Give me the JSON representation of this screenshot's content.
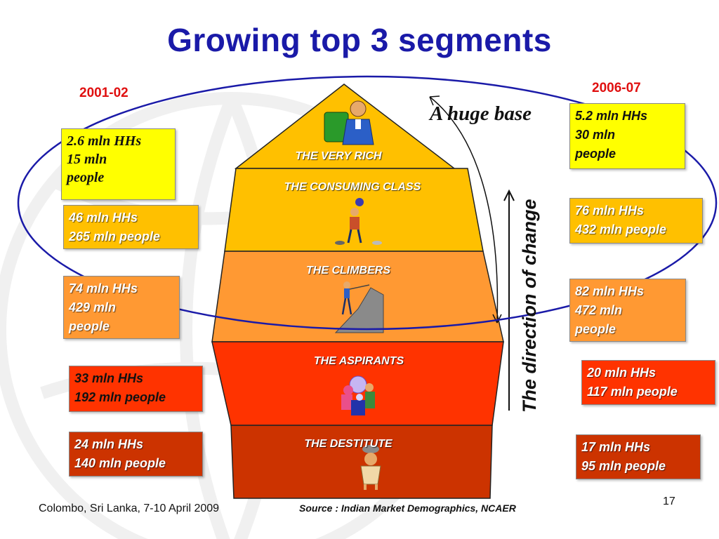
{
  "title": "Growing top 3 segments",
  "years": {
    "left": "2001-02",
    "right": "2006-07"
  },
  "annotations": {
    "huge_base": "A huge base",
    "direction": "The direction of change"
  },
  "segments": [
    {
      "label": "THE VERY RICH",
      "color": "#ffc000",
      "icon": "rich-man-with-money-icon"
    },
    {
      "label": "THE CONSUMING CLASS",
      "color": "#ffc000",
      "icon": "juggling-person-icon"
    },
    {
      "label": "THE CLIMBERS",
      "color": "#ff9933",
      "icon": "mountain-climber-icon"
    },
    {
      "label": "THE ASPIRANTS",
      "color": "#ff3300",
      "icon": "fortune-teller-icon"
    },
    {
      "label": "THE DESTITUTE",
      "color": "#cc3300",
      "icon": "caveman-icon"
    }
  ],
  "left_stats": [
    {
      "lines": [
        "2.6 mln HHs",
        "15 mln",
        "people"
      ],
      "color": "#ffff00"
    },
    {
      "lines": [
        "46 mln HHs",
        "265 mln people"
      ],
      "color": "#ffc000"
    },
    {
      "lines": [
        "74 mln HHs",
        "429 mln",
        "people"
      ],
      "color": "#ff9933"
    },
    {
      "lines": [
        "33 mln HHs",
        "192 mln people"
      ],
      "color": "#ff3300"
    },
    {
      "lines": [
        "24 mln HHs",
        "140 mln people"
      ],
      "color": "#cc3300"
    }
  ],
  "right_stats": [
    {
      "lines": [
        "5.2  mln HHs",
        "30 mln",
        "people"
      ],
      "color": "#ffff00"
    },
    {
      "lines": [
        "76 mln HHs",
        "432 mln people"
      ],
      "color": "#ffc000"
    },
    {
      "lines": [
        "82 mln HHs",
        "472 mln",
        "people"
      ],
      "color": "#ff9933"
    },
    {
      "lines": [
        "20  mln HHs",
        "117 mln people"
      ],
      "color": "#ff3300"
    },
    {
      "lines": [
        "17 mln HHs",
        "95 mln people"
      ],
      "color": "#cc3300"
    }
  ],
  "footer": {
    "location": "Colombo, Sri Lanka, 7-10 April 2009",
    "source": "Source : Indian Market Demographics, NCAER",
    "page": "17"
  },
  "colors": {
    "title": "#1a1aa8",
    "year": "#e01010",
    "ellipse": "#1a1aa8"
  }
}
